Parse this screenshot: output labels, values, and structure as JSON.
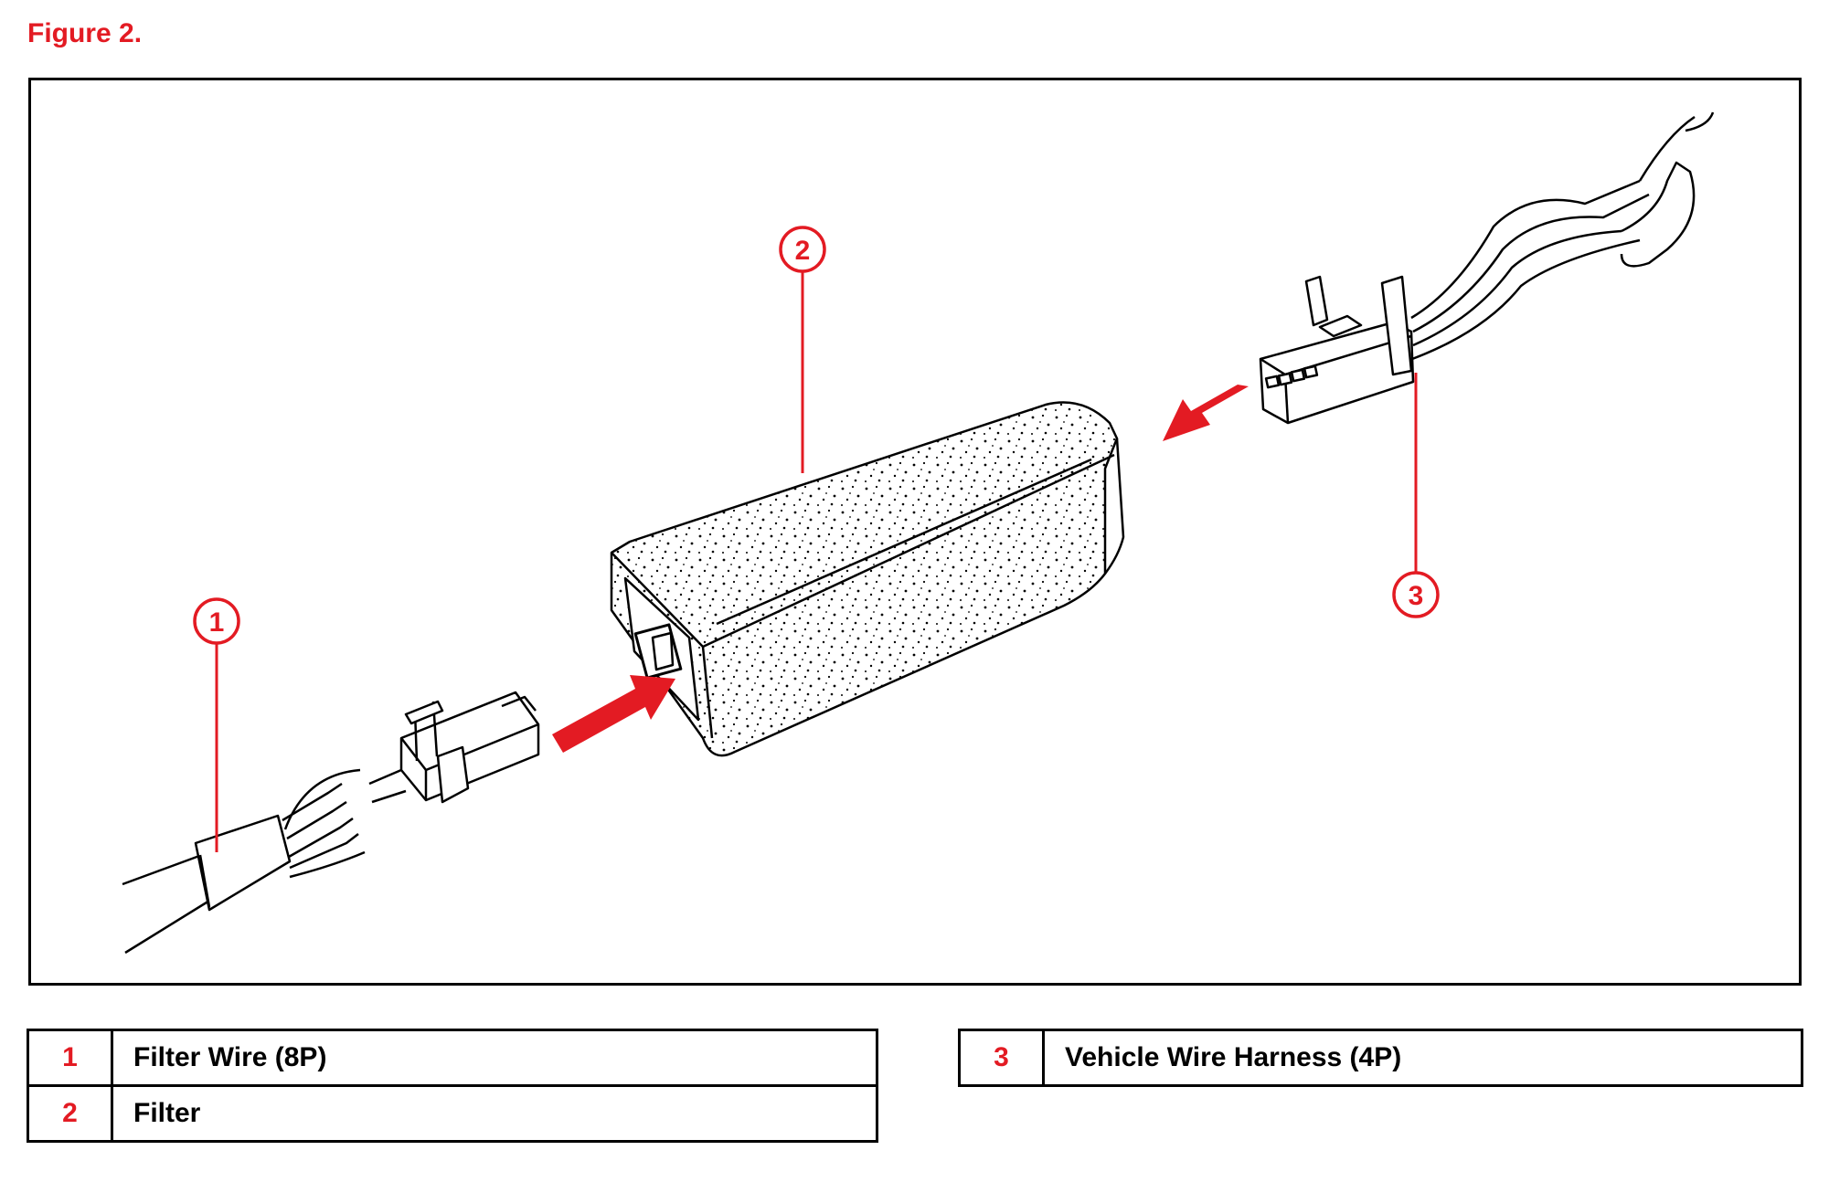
{
  "figure_title": "Figure 2.",
  "colors": {
    "accent": "#e31b23",
    "line": "#000000"
  },
  "callouts": [
    {
      "number": "1",
      "target": "filter-wire-connector"
    },
    {
      "number": "2",
      "target": "filter"
    },
    {
      "number": "3",
      "target": "vehicle-wire-harness-connector"
    }
  ],
  "legend_left": [
    {
      "number": "1",
      "label": "Filter Wire (8P)"
    },
    {
      "number": "2",
      "label": "Filter"
    }
  ],
  "legend_right": [
    {
      "number": "3",
      "label": "Vehicle Wire Harness (4P)"
    }
  ]
}
